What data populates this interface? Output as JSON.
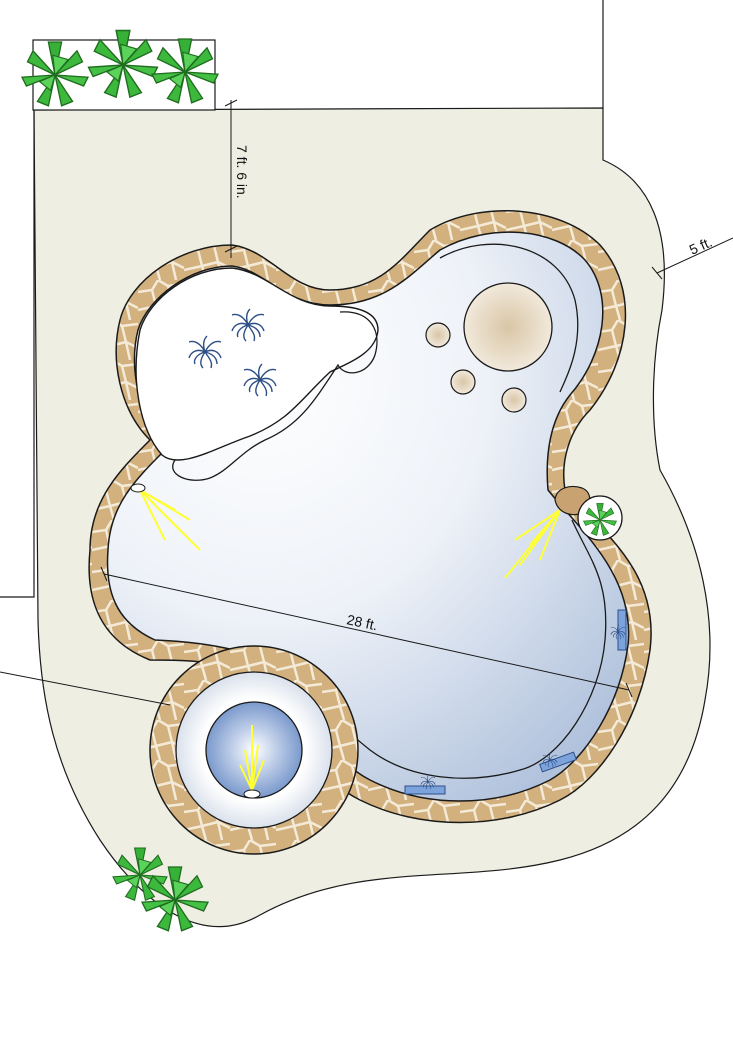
{
  "dimensions": {
    "setback": "7 ft. 6 in.",
    "deck_width": "5 ft.",
    "pool_length": "28 ft."
  },
  "colors": {
    "deck": "#efeee3",
    "coping": "#d3b17e",
    "coping_joint": "#f4ead8",
    "outline": "#1a1a1a",
    "water_light": "#ffffff",
    "water_deep": "#a9bcd9",
    "plant_green": "#3cb83c",
    "fountain_plant_blue": "#2d4f86",
    "light_beam": "#ffff33",
    "boulder": "#c9a272"
  },
  "icons": [
    "agave-plant-icon",
    "fountain-grass-icon",
    "spotlight-icon",
    "boulder-icon",
    "stepping-stone-icon",
    "planter-pot-icon",
    "jet-icon"
  ]
}
